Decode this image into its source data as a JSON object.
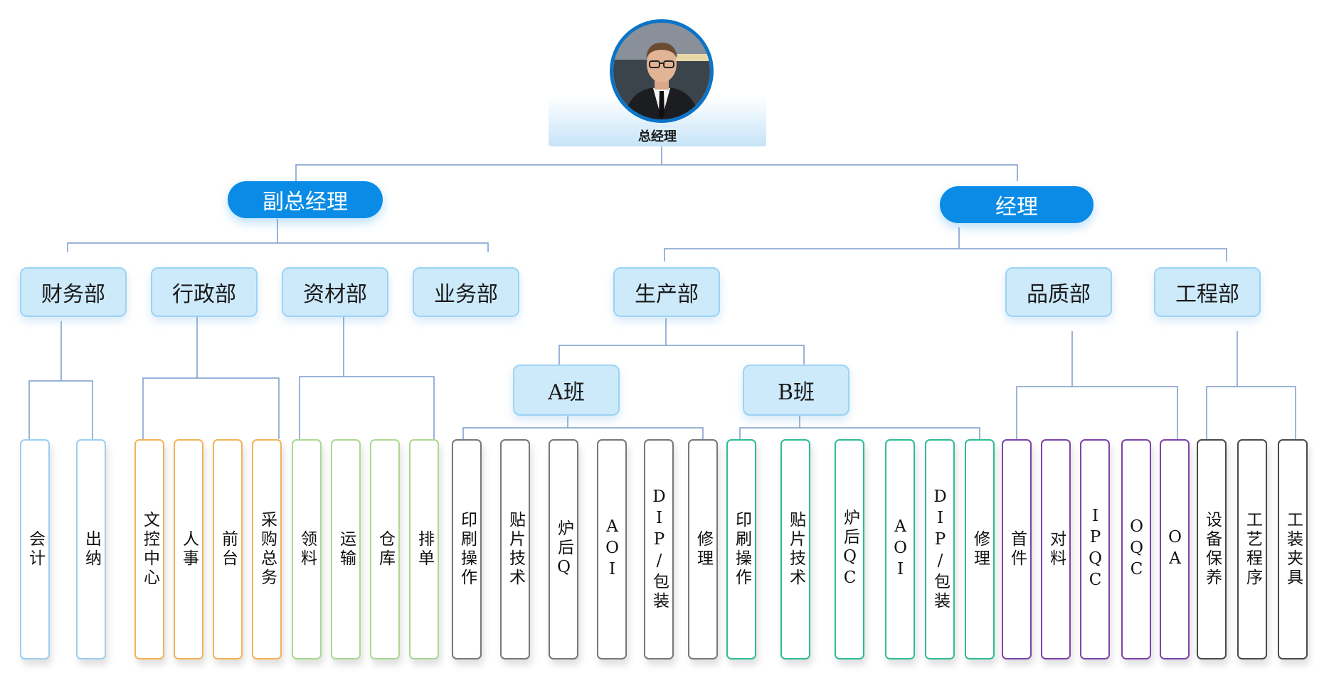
{
  "colors": {
    "connector": "#7a9ccc",
    "pill": "#0a8ce6",
    "dept_fill": "#cdeafb",
    "blue": "#9ccff0",
    "orange": "#f3b35a",
    "green": "#a9d990",
    "gray": "#777777",
    "teal": "#2ebc98",
    "purple": "#7e43a9",
    "dark": "#4a4a4a"
  },
  "ceo": {
    "title": "总经理",
    "photo": "man-in-suit-avatar"
  },
  "vp": {
    "deputy": "副总经理",
    "manager": "经理"
  },
  "departments": {
    "finance": "财务部",
    "admin": "行政部",
    "materials": "资材部",
    "business": "业务部",
    "production": "生产部",
    "quality": "品质部",
    "engineering": "工程部"
  },
  "shifts": {
    "a": "A班",
    "b": "B班"
  },
  "leaves": {
    "finance": [
      "会计",
      "出纳"
    ],
    "admin": [
      "文控中心",
      "人事",
      "前台",
      "采购总务"
    ],
    "materials": [
      "领料",
      "运输",
      "仓库",
      "排单"
    ],
    "shift_a": [
      "印刷操作",
      "贴片技术",
      "炉后Q",
      "AOI",
      "DIP/包装",
      "修理"
    ],
    "shift_b": [
      "印刷操作",
      "贴片技术",
      "炉后QC",
      "AOI",
      "DIP/包装",
      "修理"
    ],
    "quality": [
      "首件",
      "对料",
      "IPQC",
      "OQC",
      "OA"
    ],
    "engineering": [
      "设备保养",
      "工艺程序",
      "工装夹具"
    ]
  }
}
